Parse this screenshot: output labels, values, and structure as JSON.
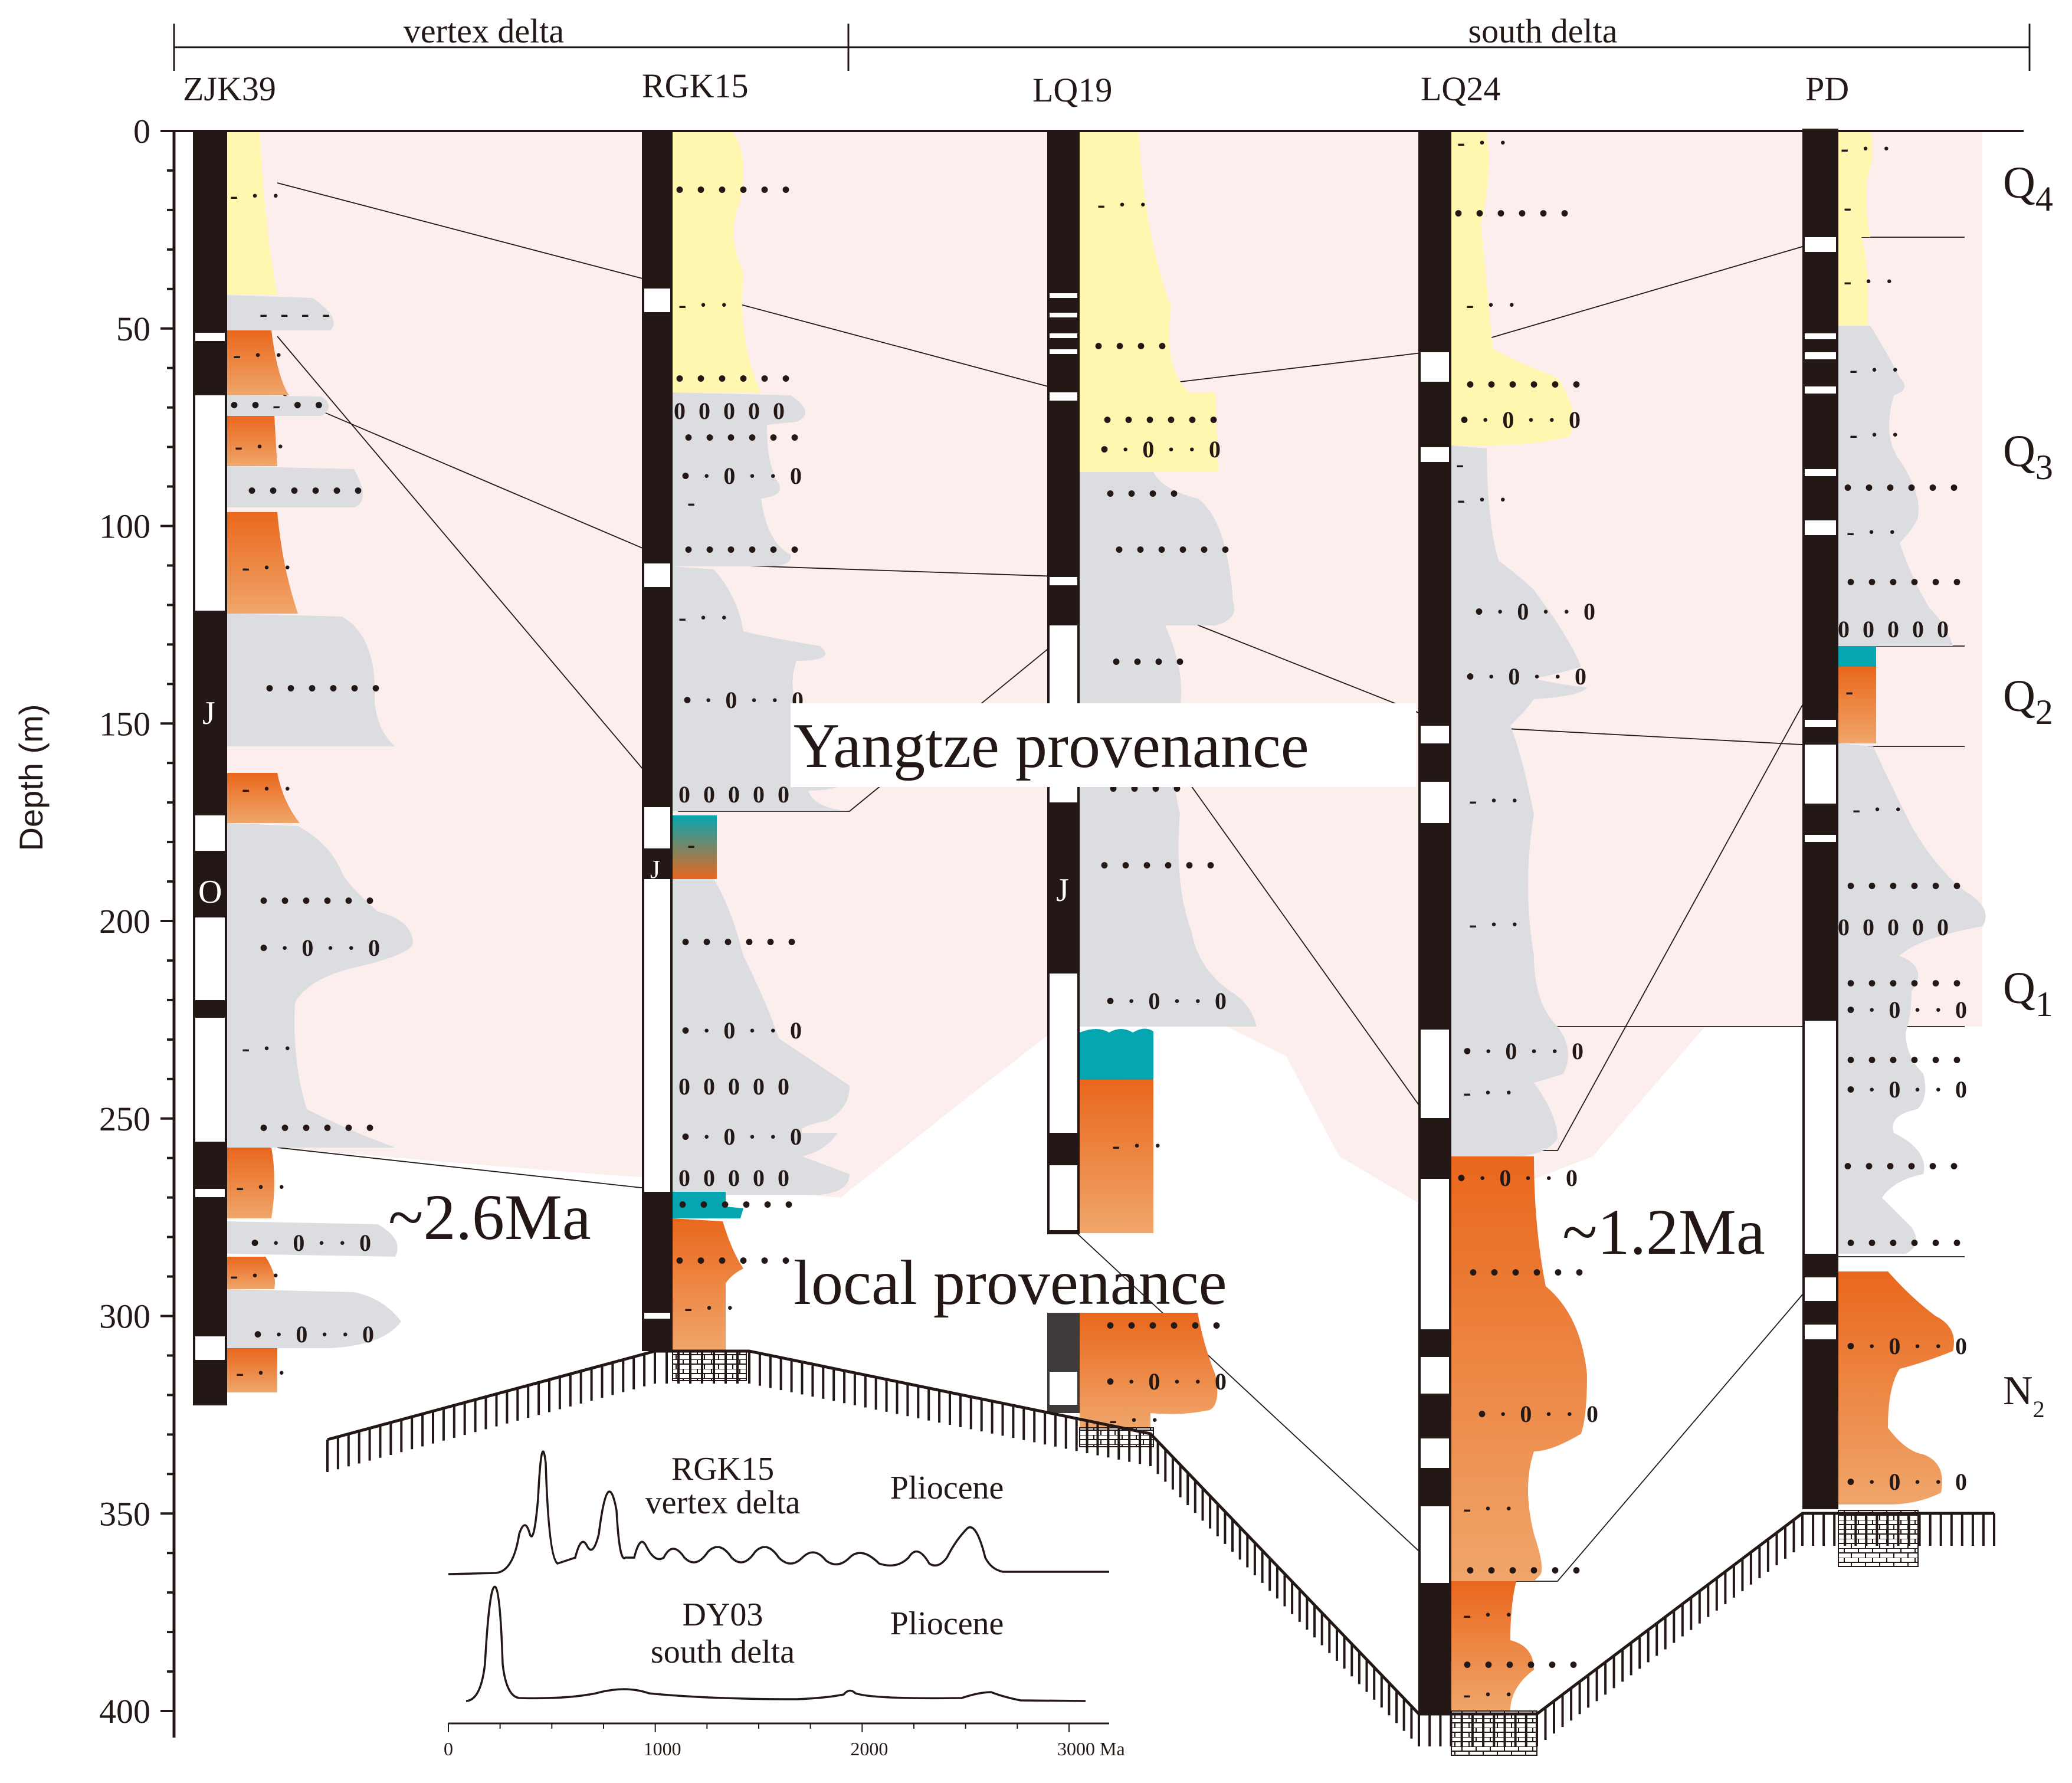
{
  "groups": [
    {
      "key": "vertex",
      "label": "vertex delta"
    },
    {
      "key": "south",
      "label": "south delta"
    }
  ],
  "wells": [
    {
      "key": "zjk39",
      "label": "ZJK39",
      "bottom_m": 323
    },
    {
      "key": "rgk15",
      "label": "RGK15",
      "bottom_m": 310
    },
    {
      "key": "lq19",
      "label": "LQ19",
      "bottom_m": 328
    },
    {
      "key": "lq24",
      "label": "LQ24",
      "bottom_m": 404
    },
    {
      "key": "pd",
      "label": "PD",
      "bottom_m": 351
    }
  ],
  "depth_axis": {
    "label": "Depth (m)",
    "ticks": [
      "0",
      "50",
      "100",
      "150",
      "200",
      "250",
      "300",
      "350",
      "400"
    ],
    "max_m": 400
  },
  "stratigraphy": {
    "q4": {
      "base": "Q",
      "sub": "4"
    },
    "q3": {
      "base": "Q",
      "sub": "3"
    },
    "q2": {
      "base": "Q",
      "sub": "2"
    },
    "q1": {
      "base": "Q",
      "sub": "1"
    },
    "n2": {
      "base": "N",
      "sub": "2"
    }
  },
  "zones": {
    "yangtze": "Yangtze provenance",
    "local": "local provenance",
    "age_vertex": "~2.6Ma",
    "age_south": "~1.2Ma"
  },
  "polarity_marks": {
    "j": "J",
    "o": "O"
  },
  "lithology_symbols": {
    "silt": "- · ·",
    "sand": "• • • • • •",
    "gravel": "0 0 0 0 0",
    "pebbly": "• · 0 · · 0",
    "mud": "-"
  },
  "inset": {
    "curves": [
      {
        "well": "RGK15",
        "setting": "vertex delta",
        "age": "Pliocene"
      },
      {
        "well": "DY03",
        "setting": "south delta",
        "age": "Pliocene"
      }
    ],
    "xaxis_ticks": [
      "0",
      "1000",
      "2000",
      "3000 Ma"
    ],
    "xaxis_max": 3000
  },
  "colors": {
    "yellow": "#fff7b0",
    "gray": "#dcdde0",
    "orange_top": "#e9671c",
    "orange_bottom": "#f0a66b",
    "teal": "#06a6b0",
    "pink": "#fdeeee",
    "black": "#231815"
  }
}
